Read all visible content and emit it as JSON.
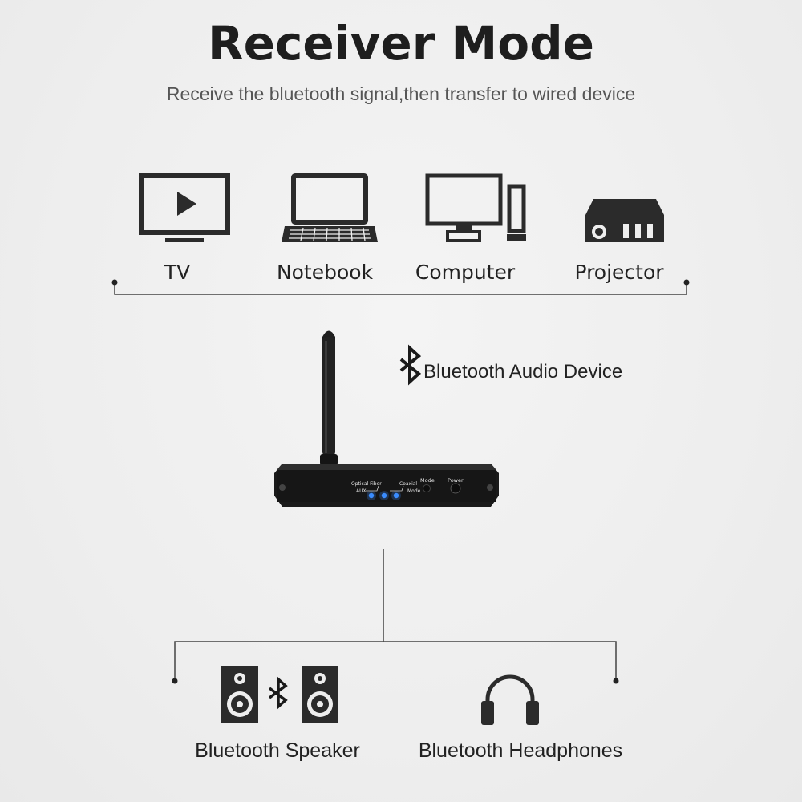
{
  "header": {
    "title": "Receiver Mode",
    "subtitle": "Receive the bluetooth signal,then transfer to wired device"
  },
  "input_devices": [
    {
      "label": "TV",
      "icon": "tv-icon"
    },
    {
      "label": "Notebook",
      "icon": "laptop-icon"
    },
    {
      "label": "Computer",
      "icon": "desktop-computer-icon"
    },
    {
      "label": "Projector",
      "icon": "projector-icon"
    }
  ],
  "hub": {
    "label": "Bluetooth Audio Device",
    "icon": "bluetooth-icon",
    "panel_labels": {
      "optical_fiber": "Optical Fiber",
      "aux": "AUX",
      "coaxial": "Coaxial",
      "mode_small": "Mode",
      "mode": "Mode",
      "power": "Power"
    }
  },
  "output_devices": [
    {
      "label": "Bluetooth Speaker",
      "icon": "speaker-icon"
    },
    {
      "label": "Bluetooth Headphones",
      "icon": "headphones-icon"
    }
  ],
  "colors": {
    "background": "#eeeeee",
    "icon": "#2b2b2b",
    "device_body": "#1c1c1c",
    "led": "#3a8dff",
    "line": "#444444"
  }
}
